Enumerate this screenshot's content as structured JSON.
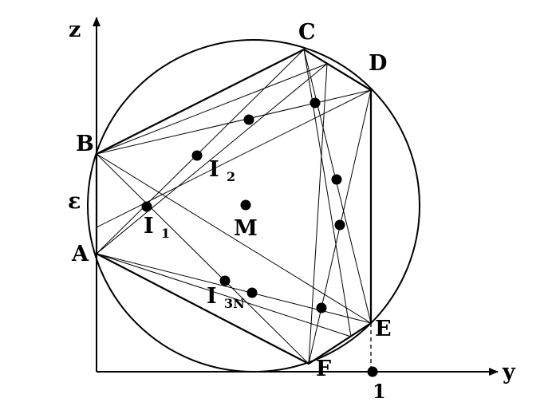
{
  "axes": {
    "z_label": "z",
    "y_label": "y",
    "epsilon_label": "ε",
    "tick_label": "1"
  },
  "vertices": {
    "A": "A",
    "B": "B",
    "C": "C",
    "D": "D",
    "E": "E",
    "F": "F"
  },
  "points": {
    "M": "M",
    "I1_main": "I",
    "I1_sub": "1",
    "I2_main": "I",
    "I2_sub": "2",
    "I3N_main": "I",
    "I3N_sub": "3N"
  },
  "colors": {
    "ink": "#000000",
    "background": "#ffffff"
  }
}
